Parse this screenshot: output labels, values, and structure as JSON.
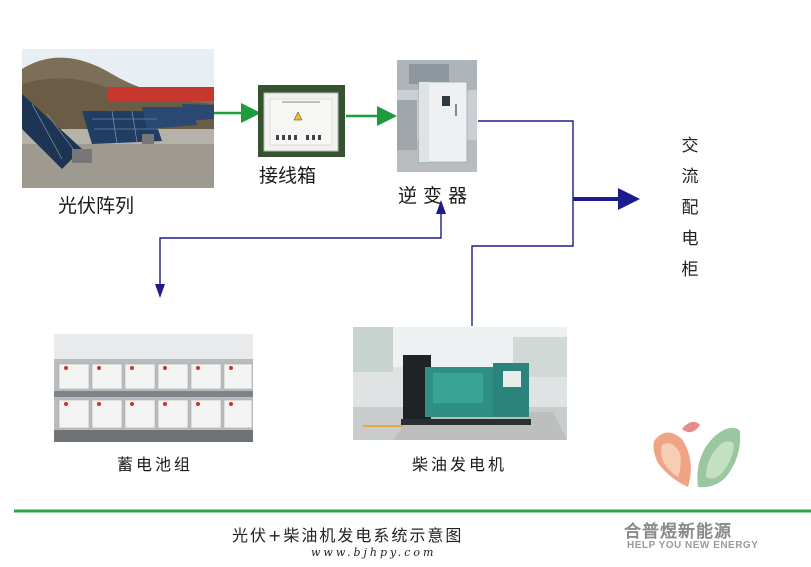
{
  "nodes": {
    "pv_array": "光伏阵列",
    "junction_box": "接线箱",
    "inverter": "逆 变 器",
    "ac_cabinet": [
      "交",
      "流",
      "配",
      "电",
      "柜"
    ],
    "battery_bank": "蓄电池组",
    "diesel_generator": "柴油发电机"
  },
  "footer": {
    "caption": "光伏+柴油机发电系统示意图",
    "url": "www.bjhpy.com"
  },
  "logo": {
    "name": "合普煜新能源",
    "tagline": "HELP YOU NEW ENERGY"
  },
  "colors": {
    "green_arrow": "#1f9a3c",
    "blue_line": "#1c1c8c",
    "footer_rule": "#2fa54a"
  }
}
